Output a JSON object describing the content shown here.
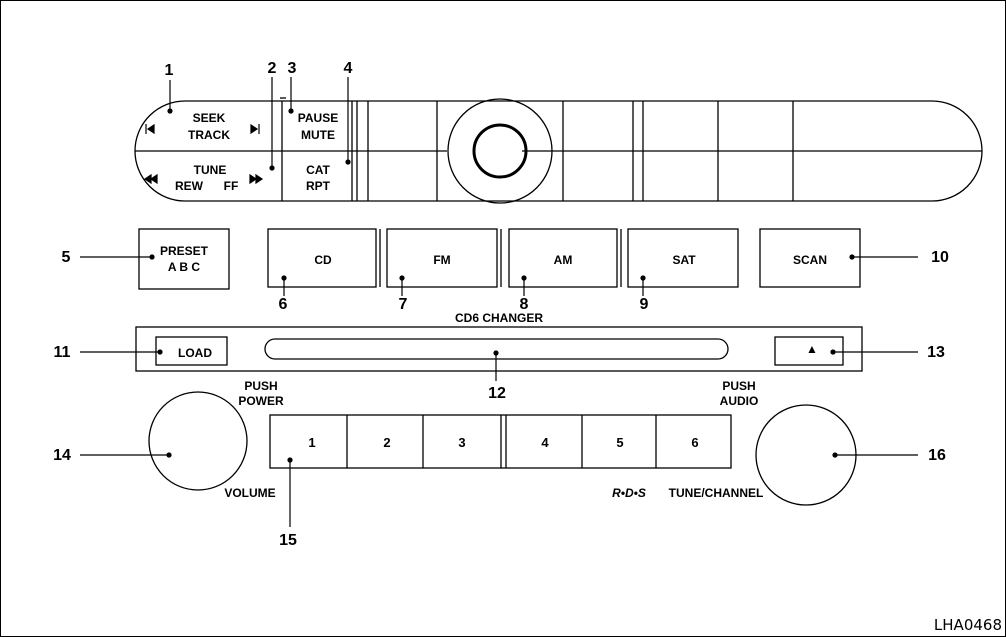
{
  "controls": {
    "seek": {
      "line1": "SEEK",
      "line2": "TRACK"
    },
    "tune": {
      "line1": "TUNE",
      "line2_left": "REW",
      "line2_right": "FF"
    },
    "pause": {
      "line1": "PAUSE",
      "line2": "MUTE"
    },
    "cat": {
      "line1": "CAT",
      "line2": "RPT"
    },
    "preset": {
      "line1": "PRESET",
      "line2": "A B C"
    },
    "cd": "CD",
    "fm": "FM",
    "am": "AM",
    "sat": "SAT",
    "scan": "SCAN",
    "changer_title": "CD6 CHANGER",
    "load": "LOAD",
    "eject_symbol": "▲",
    "push_power": {
      "line1": "PUSH",
      "line2": "POWER"
    },
    "push_audio": {
      "line1": "PUSH",
      "line2": "AUDIO"
    },
    "volume": "VOLUME",
    "rds": "R•D•S",
    "tune_channel": "TUNE/CHANNEL",
    "presets": [
      "1",
      "2",
      "3",
      "4",
      "5",
      "6"
    ]
  },
  "callouts": [
    "1",
    "2",
    "3",
    "4",
    "5",
    "6",
    "7",
    "8",
    "9",
    "10",
    "11",
    "12",
    "13",
    "14",
    "15",
    "16"
  ],
  "figure_code": "LHA0468"
}
